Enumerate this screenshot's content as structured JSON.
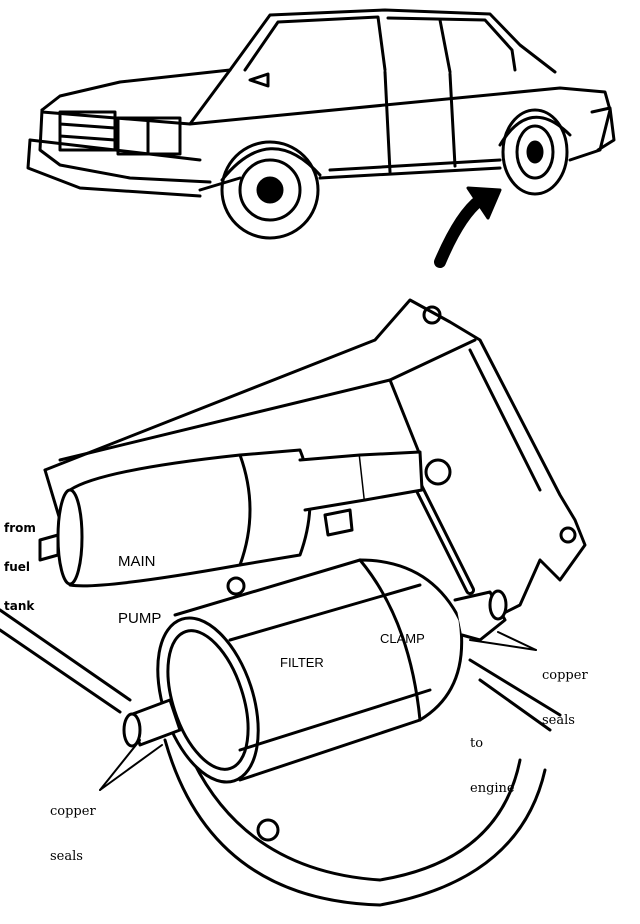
{
  "labels": {
    "from_fuel_tank": [
      "from",
      "fuel",
      "tank"
    ],
    "main_pump": [
      "MAIN",
      "PUMP"
    ],
    "filter": "FILTER",
    "clamp": "CLAMP",
    "copper_seals_right": [
      "copper",
      "seals"
    ],
    "copper_seals_left": [
      "copper",
      "seals"
    ],
    "to_engine": [
      "to",
      "engine"
    ]
  }
}
